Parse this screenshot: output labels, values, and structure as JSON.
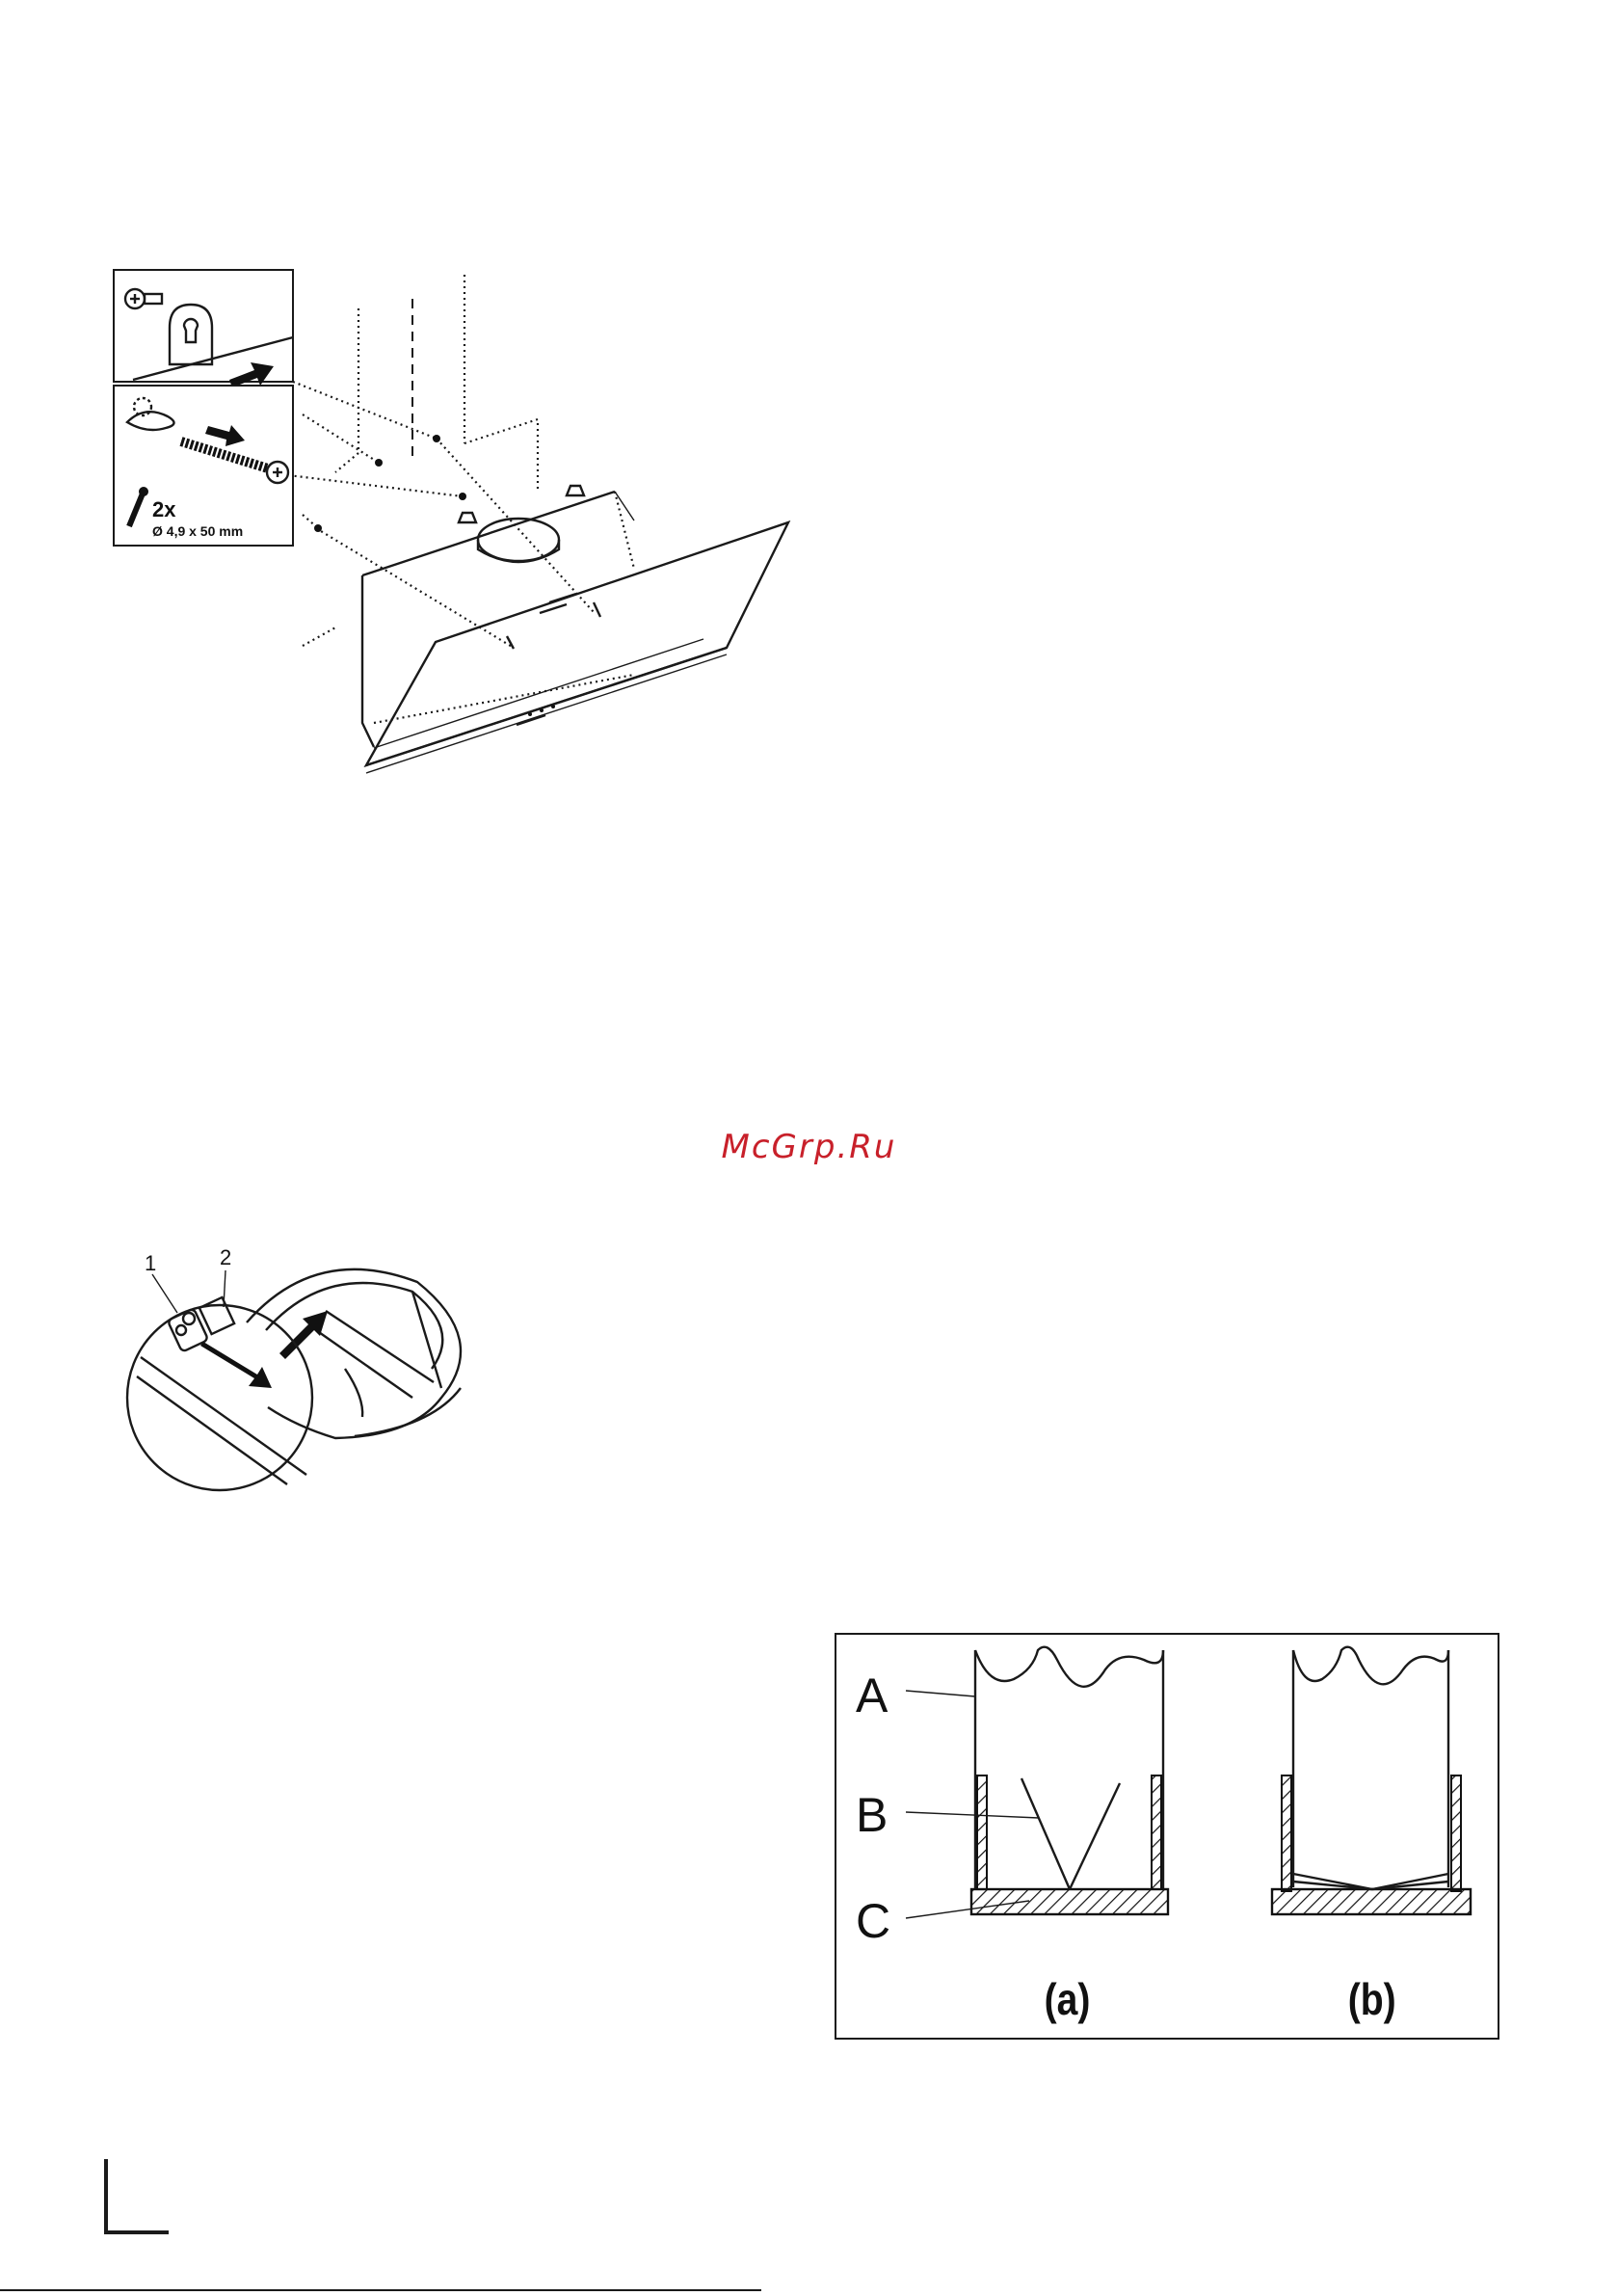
{
  "watermark": {
    "text": "McGrp.Ru",
    "color": "#c8202a"
  },
  "figure_hood_mounting": {
    "screw_quantity": "2x",
    "screw_size": "Ø 4,9 x 50 mm"
  },
  "figure_filter_clip": {
    "callout_1": "1",
    "callout_2": "2"
  },
  "figure_filter_diagram": {
    "label_a": "A",
    "label_b": "B",
    "label_c": "C",
    "panel_a": "(a)",
    "panel_b": "(b)"
  },
  "icons": [
    "keyhole-bracket-icon",
    "wall-plug-icon",
    "screw-icon",
    "arrow-icon"
  ]
}
